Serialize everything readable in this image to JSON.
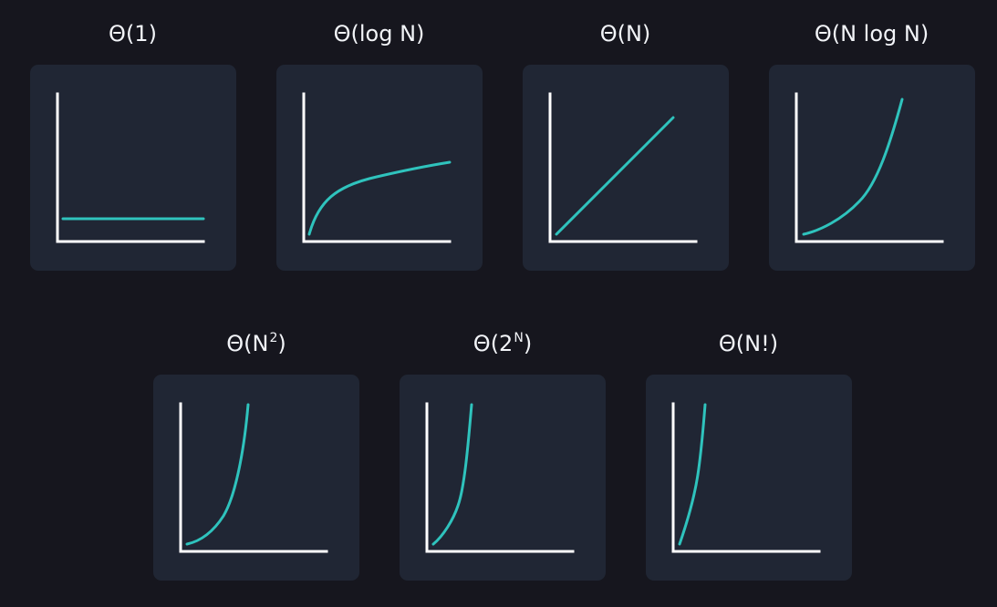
{
  "colors": {
    "background": "#16161e",
    "card": "#202634",
    "axis": "#ffffff",
    "curve": "#2fc3bd",
    "title_text": "#f2f4f8"
  },
  "panels": [
    {
      "id": "const",
      "base": "Θ(1)",
      "sup": "",
      "tail": "",
      "curve": "constant"
    },
    {
      "id": "log",
      "base": "Θ(log N)",
      "sup": "",
      "tail": "",
      "curve": "logarithmic"
    },
    {
      "id": "linear",
      "base": "Θ(N)",
      "sup": "",
      "tail": "",
      "curve": "linear"
    },
    {
      "id": "nlogn",
      "base": "Θ(N log N)",
      "sup": "",
      "tail": "",
      "curve": "linearithmic"
    },
    {
      "id": "quadratic",
      "base": "Θ(N",
      "sup": "2",
      "tail": ")",
      "curve": "quadratic"
    },
    {
      "id": "exp",
      "base": "Θ(2",
      "sup": "N",
      "tail": ")",
      "curve": "exponential"
    },
    {
      "id": "factorial",
      "base": "Θ(N!)",
      "sup": "",
      "tail": "",
      "curve": "factorial"
    }
  ]
}
